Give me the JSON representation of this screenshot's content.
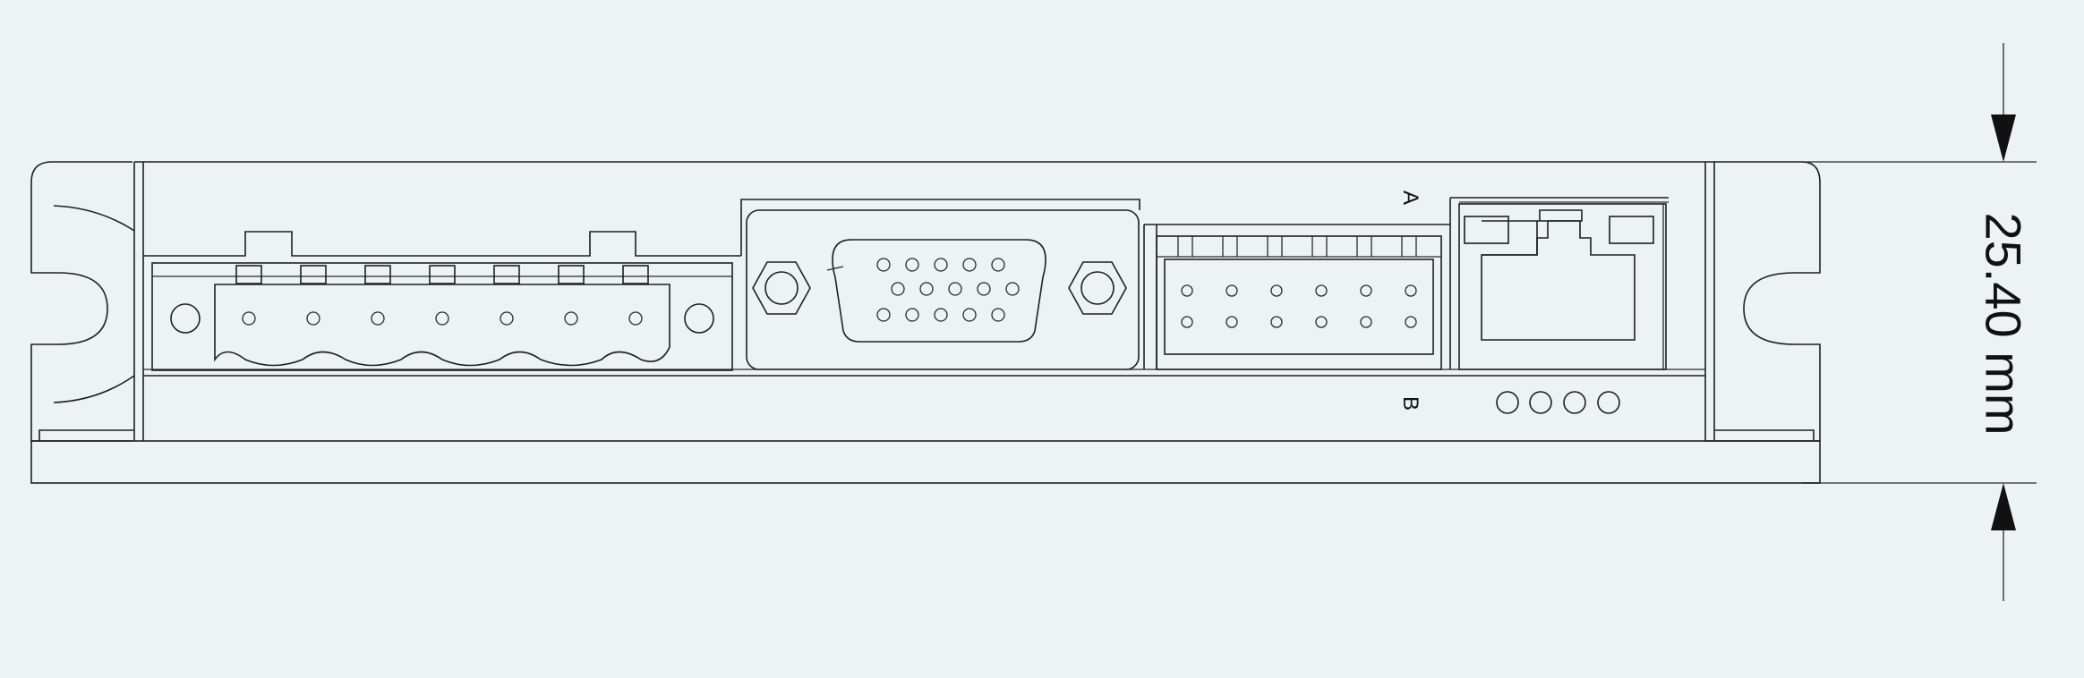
{
  "drawing": {
    "label_a": "A",
    "label_b": "B",
    "dimension": "25.40 mm"
  },
  "colors": {
    "background": "#edf2f4",
    "line": "#1f1f1f"
  }
}
